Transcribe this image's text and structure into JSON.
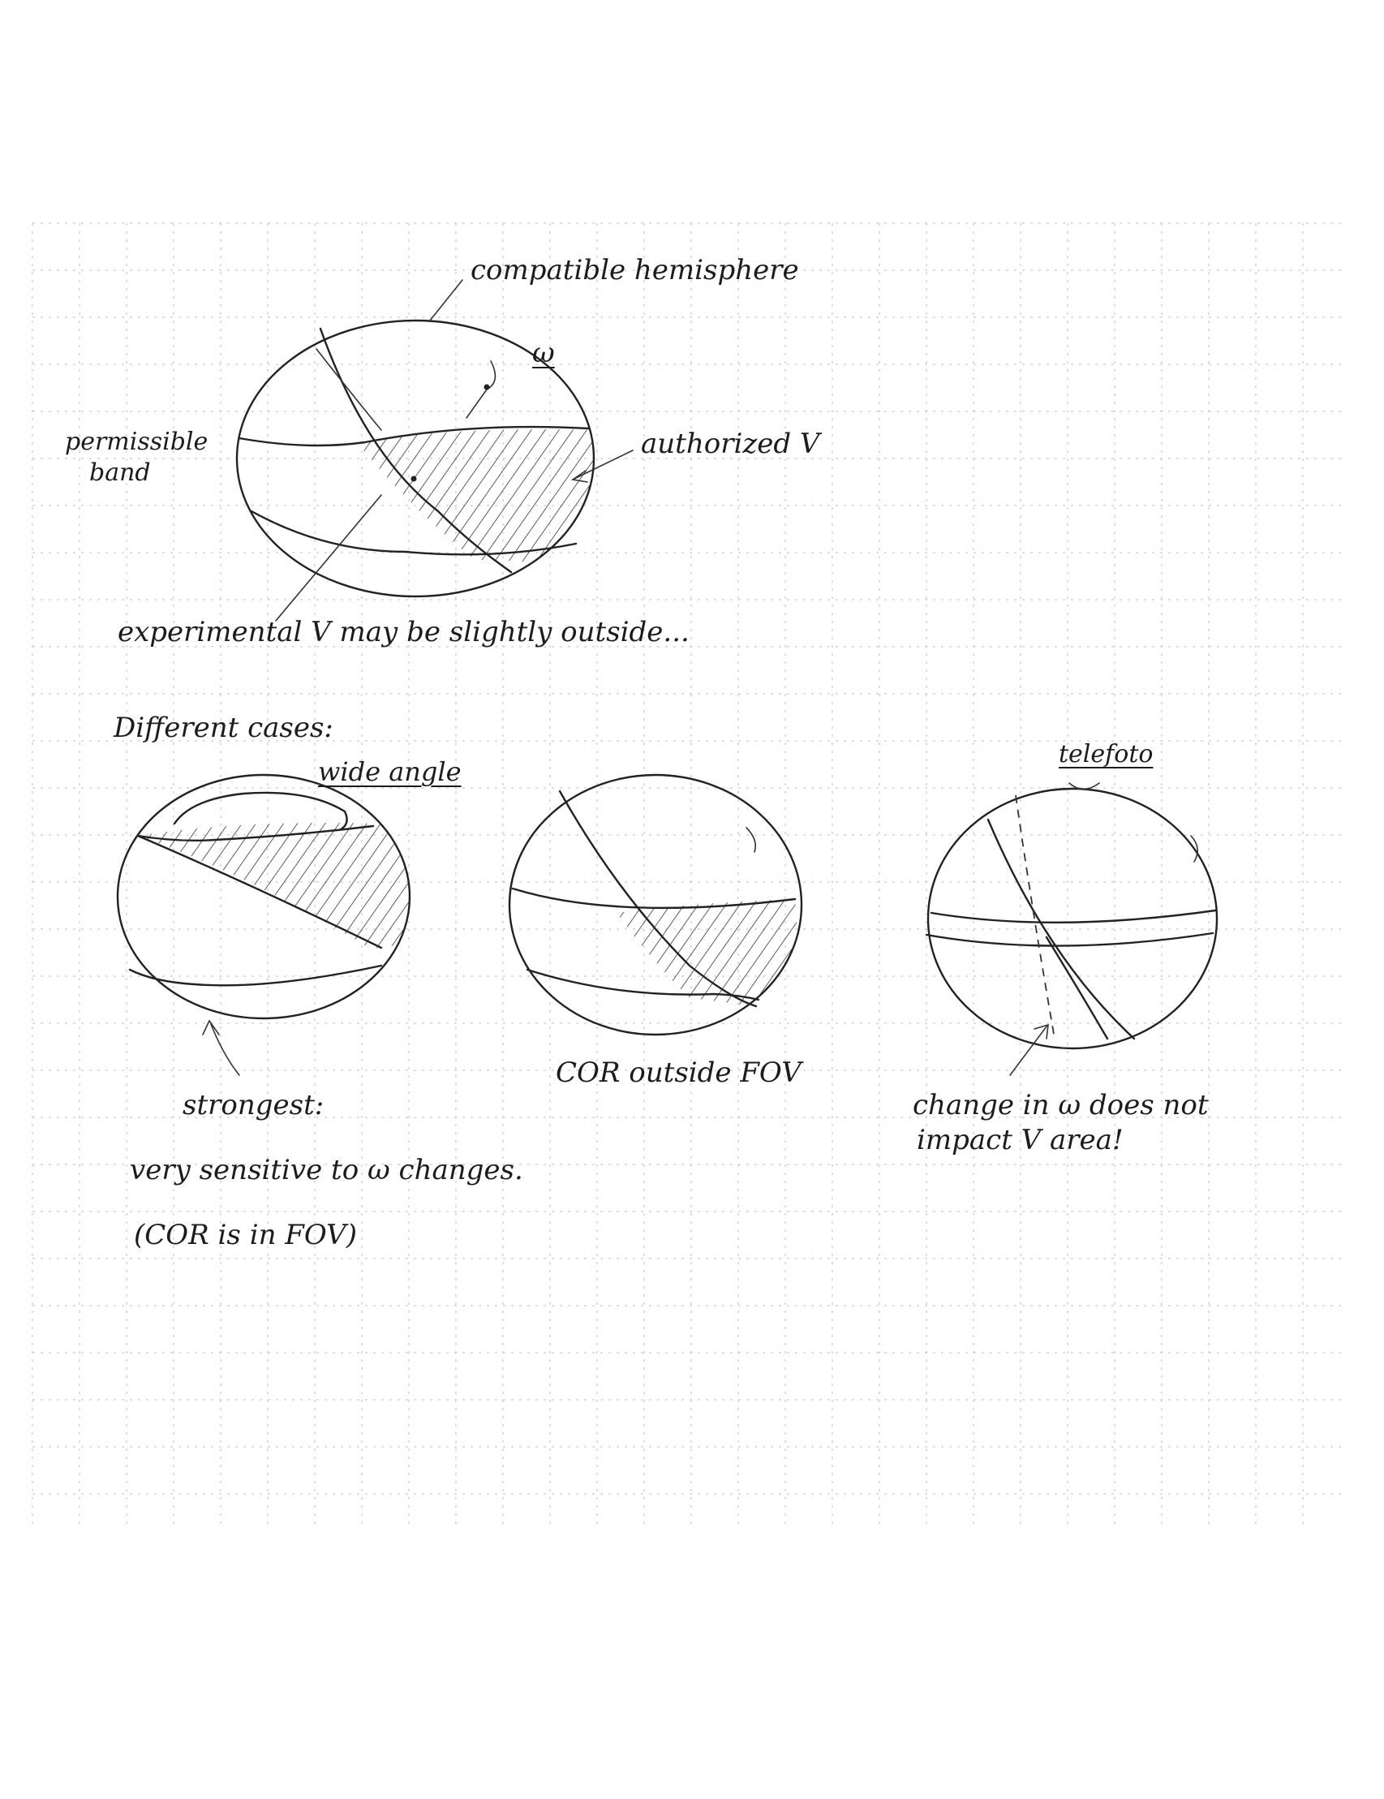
{
  "labels": {
    "compatible_hemisphere": "compatible hemisphere",
    "omega": "ω",
    "permissible_band_1": "permissible",
    "permissible_band_2": "band",
    "authorized_v": "authorized V",
    "experimental_v": "experimental V  may be slightly outside...",
    "different_cases": "Different cases:",
    "wide_angle": "wide angle",
    "telefoto": "telefoto",
    "strongest": "strongest:",
    "very_sensitive": "very sensitive to ω changes.",
    "cor_in_fov": "(COR is in FOV)",
    "cor_outside_fov": "COR outside FOV",
    "change_in_w_1": "change in ω does not",
    "change_in_w_2": "impact V area!"
  },
  "colors": {
    "ink": "#222222",
    "grid": "#c9c9c9",
    "paper": "#ffffff"
  }
}
